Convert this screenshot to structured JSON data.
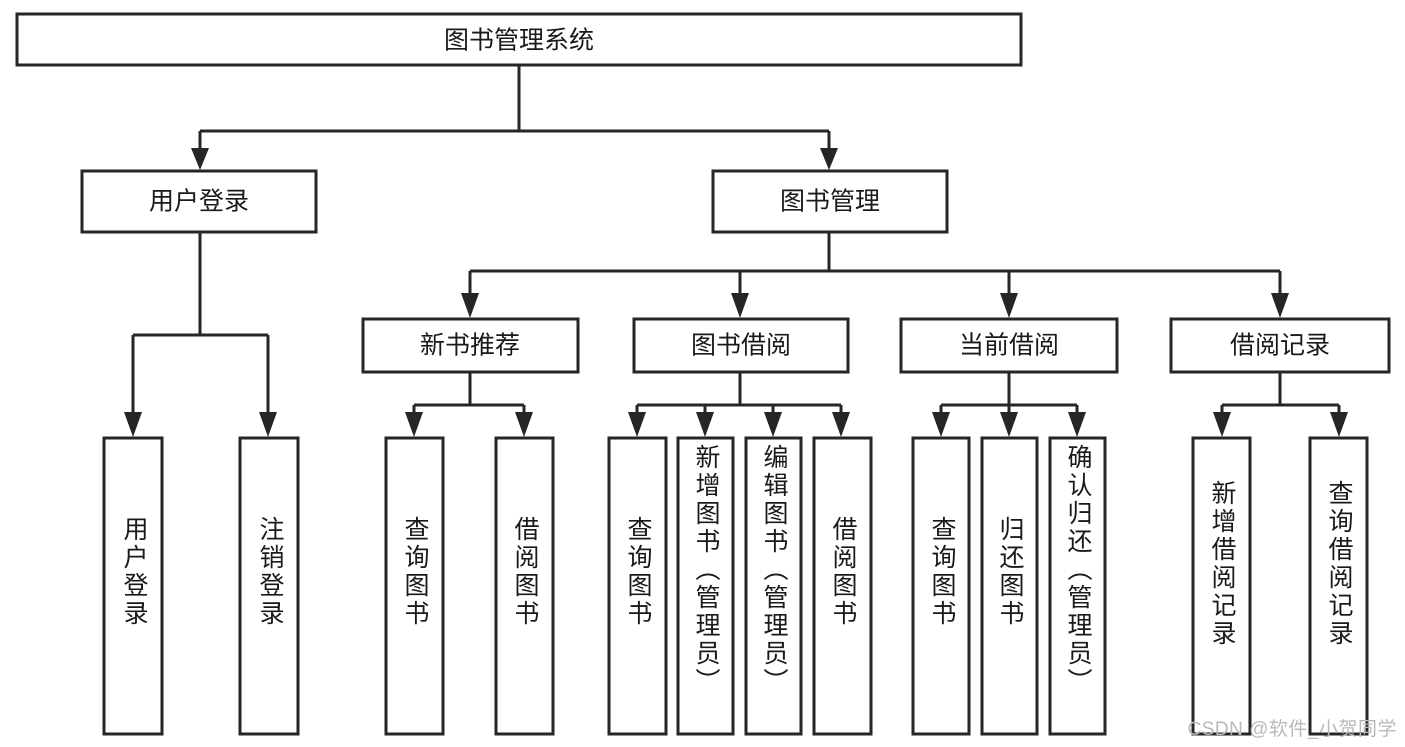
{
  "diagram": {
    "type": "tree",
    "title": "图书管理系统",
    "root": {
      "label": "图书管理系统",
      "id": "root"
    },
    "level2": [
      {
        "id": "user-login",
        "label": "用户登录"
      },
      {
        "id": "book-manage",
        "label": "图书管理"
      }
    ],
    "level3": [
      {
        "id": "new-book-rec",
        "label": "新书推荐",
        "parent": "book-manage"
      },
      {
        "id": "book-borrow",
        "label": "图书借阅",
        "parent": "book-manage"
      },
      {
        "id": "current-borrow",
        "label": "当前借阅",
        "parent": "book-manage"
      },
      {
        "id": "borrow-record",
        "label": "借阅记录",
        "parent": "book-manage"
      }
    ],
    "leaves": [
      {
        "id": "leaf-user-login",
        "label": "用户登录",
        "parent": "user-login"
      },
      {
        "id": "leaf-user-logout",
        "label": "注销登录",
        "parent": "user-login"
      },
      {
        "id": "leaf-rec-query",
        "label": "查询图书",
        "parent": "new-book-rec"
      },
      {
        "id": "leaf-rec-borrow",
        "label": "借阅图书",
        "parent": "new-book-rec"
      },
      {
        "id": "leaf-borrow-query",
        "label": "查询图书",
        "parent": "book-borrow"
      },
      {
        "id": "leaf-borrow-add",
        "label": "新增图书（管理员）",
        "parent": "book-borrow"
      },
      {
        "id": "leaf-borrow-edit",
        "label": "编辑图书（管理员）",
        "parent": "book-borrow"
      },
      {
        "id": "leaf-borrow-lend",
        "label": "借阅图书",
        "parent": "book-borrow"
      },
      {
        "id": "leaf-cur-query",
        "label": "查询图书",
        "parent": "current-borrow"
      },
      {
        "id": "leaf-cur-return",
        "label": "归还图书",
        "parent": "current-borrow"
      },
      {
        "id": "leaf-cur-confirm",
        "label": "确认归还（管理员）",
        "parent": "current-borrow"
      },
      {
        "id": "leaf-rec-add",
        "label": "新增借阅记录",
        "parent": "borrow-record"
      },
      {
        "id": "leaf-rec-query2",
        "label": "查询借阅记录",
        "parent": "borrow-record"
      }
    ]
  },
  "watermark": {
    "text": "CSDN @软件_小贺同学"
  },
  "colors": {
    "stroke": "#262626",
    "fill": "#ffffff",
    "text": "#1a1a1a",
    "watermark": "#b9b9b9"
  }
}
